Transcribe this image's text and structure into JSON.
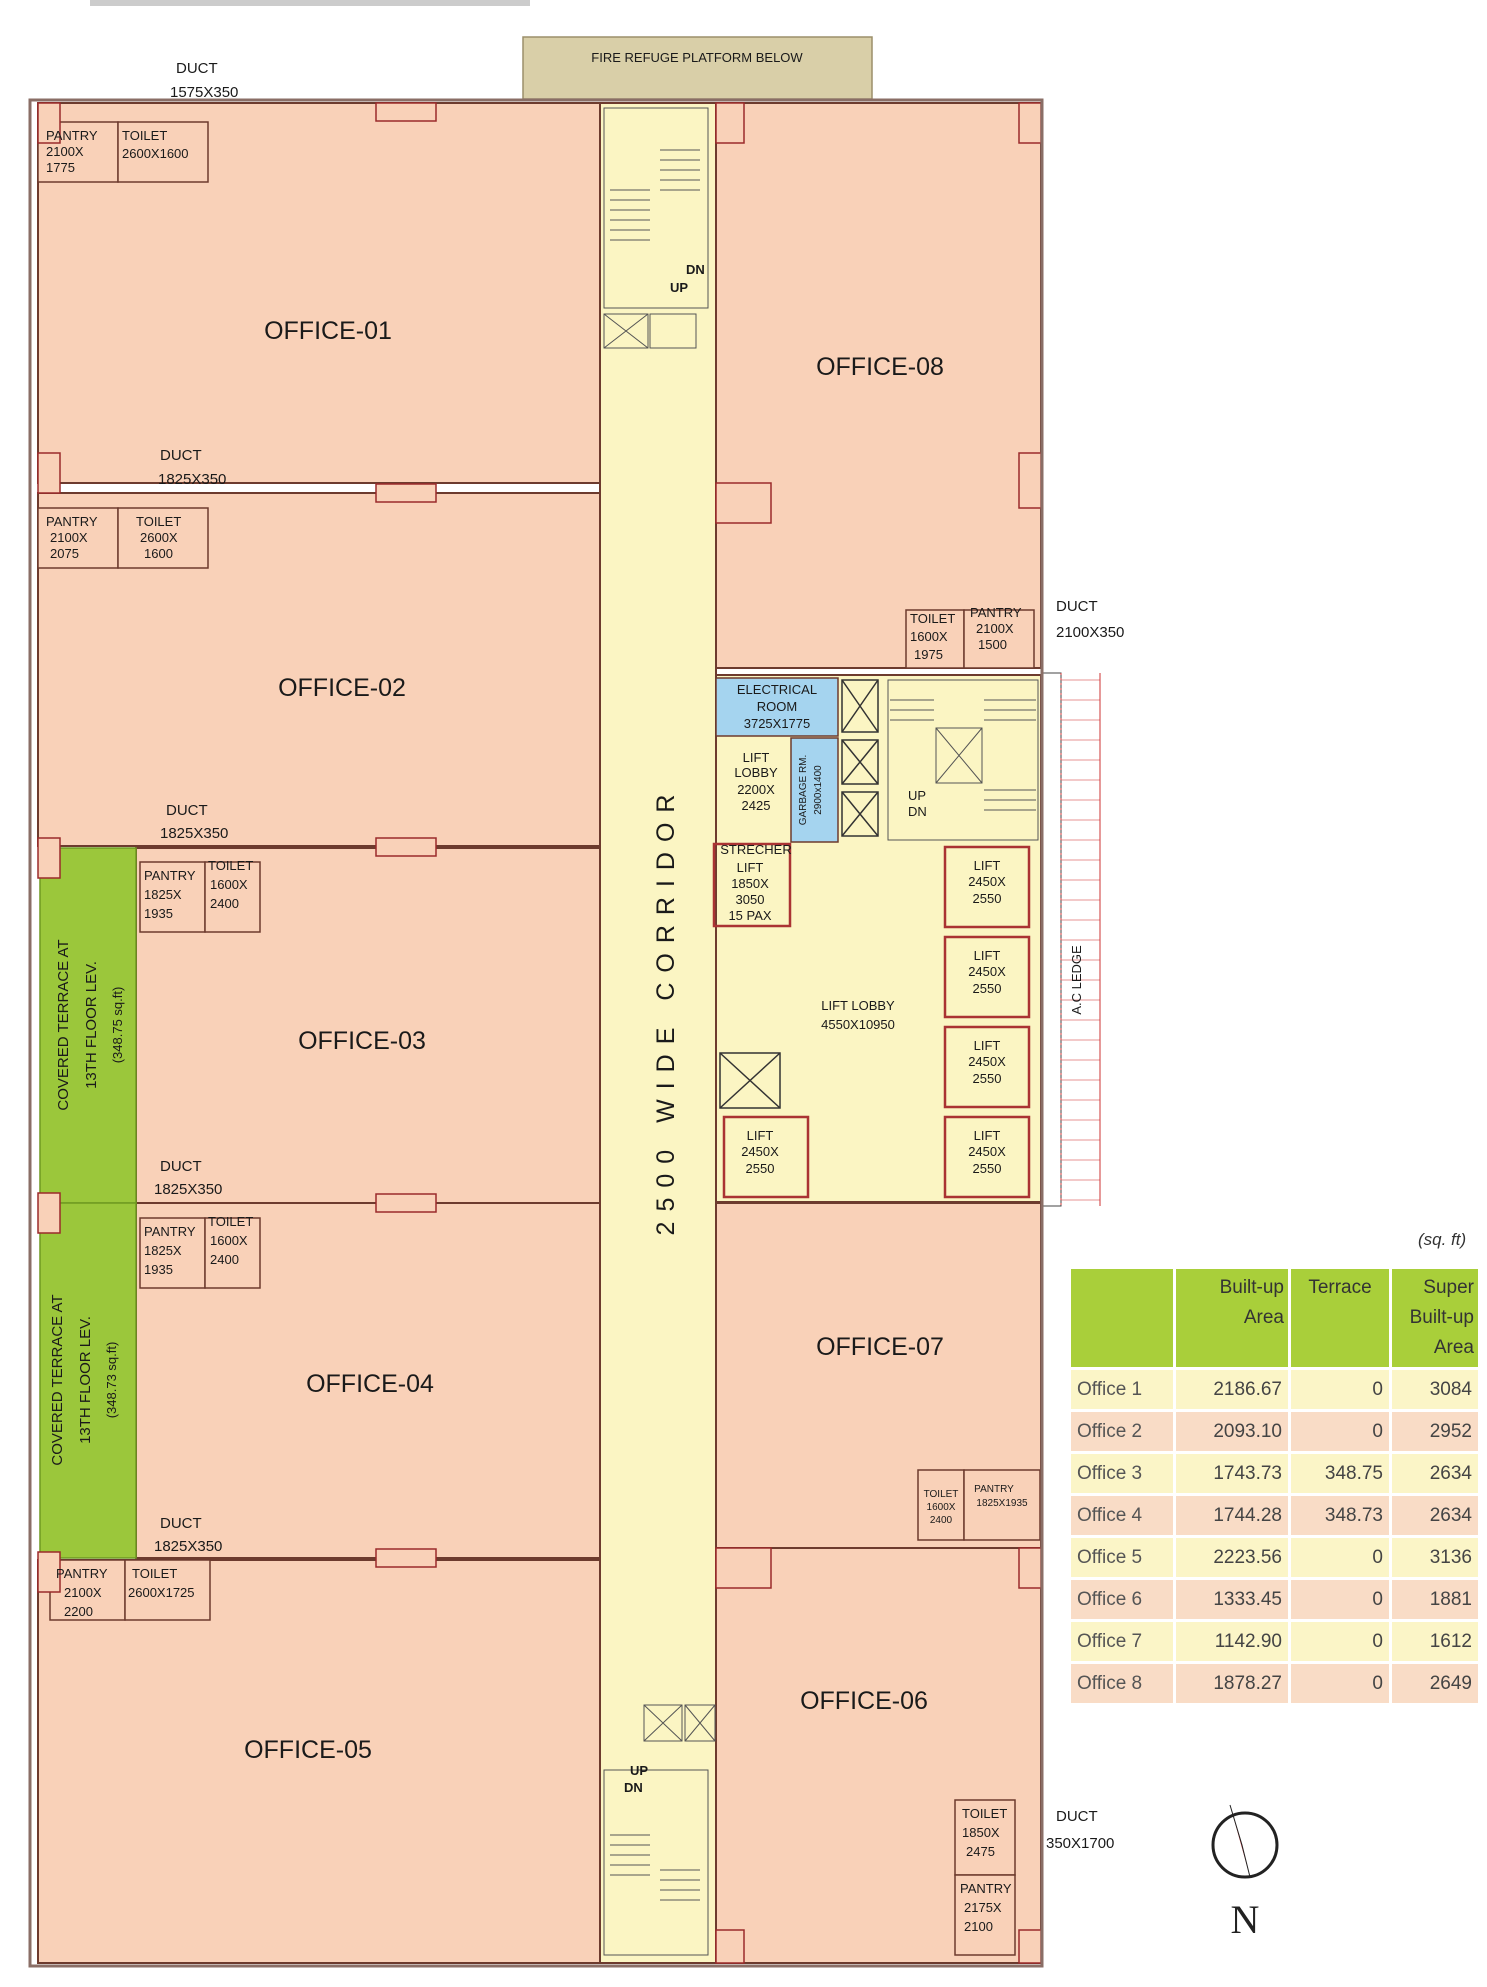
{
  "plan": {
    "platform_label": "FIRE REFUGE PLATFORM BELOW",
    "corridor_label": "2500 WIDE CORRIDOR",
    "rooms": {
      "office_01": "OFFICE-01",
      "office_02": "OFFICE-02",
      "office_03": "OFFICE-03",
      "office_04": "OFFICE-04",
      "office_05": "OFFICE-05",
      "office_06": "OFFICE-06",
      "office_07": "OFFICE-07",
      "office_08": "OFFICE-08"
    },
    "ducts": {
      "d1": [
        "DUCT",
        "1575X350"
      ],
      "d2": [
        "DUCT",
        "1825X350"
      ],
      "d3": [
        "DUCT",
        "1825X350"
      ],
      "d4": [
        "DUCT",
        "1825X350"
      ],
      "d5": [
        "DUCT",
        "1825X350"
      ],
      "d6": [
        "DUCT",
        "2100X350"
      ],
      "d7": [
        "DUCT",
        "350X1700"
      ]
    },
    "pantries": {
      "p1": [
        "PANTRY",
        "2100X",
        "1775"
      ],
      "p2": [
        "PANTRY",
        "2100X",
        "2075"
      ],
      "p3": [
        "PANTRY",
        "1825X",
        "1935"
      ],
      "p4": [
        "PANTRY",
        "1825X",
        "1935"
      ],
      "p5": [
        "PANTRY",
        "2100X",
        "2200"
      ],
      "p6": [
        "PANTRY",
        "2175X",
        "2100"
      ],
      "p7": [
        "PANTRY",
        "1825X1935"
      ],
      "p8": [
        "PANTRY",
        "2100X",
        "1500"
      ]
    },
    "toilets": {
      "t1": [
        "TOILET",
        "2600X1600"
      ],
      "t2": [
        "TOILET",
        "2600X",
        "1600"
      ],
      "t3": [
        "TOILET",
        "1600X",
        "2400"
      ],
      "t4": [
        "TOILET",
        "1600X",
        "2400"
      ],
      "t5": [
        "TOILET",
        "2600X1725"
      ],
      "t6": [
        "TOILET",
        "1850X",
        "2475"
      ],
      "t7": [
        "TOILET",
        "1600X",
        "2400"
      ],
      "t8": [
        "TOILET",
        "1600X",
        "1975"
      ]
    },
    "terraces": {
      "upper": [
        "COVERED TERRACE  AT",
        "13TH FLOOR LEV.",
        "(348.75 sq.ft)"
      ],
      "lower": [
        "COVERED TERRACE  AT",
        "13TH FLOOR LEV.",
        "(348.73 sq.ft)"
      ]
    },
    "core": {
      "electrical": [
        "ELECTRICAL",
        "ROOM",
        "3725X1775"
      ],
      "lift_lobby_small": [
        "LIFT",
        "LOBBY",
        "2200X",
        "2425"
      ],
      "garbage": [
        "GARBAGE RM.",
        "2900x1400"
      ],
      "strecher_title": "STRECHER",
      "strecher_lift": [
        "LIFT",
        "1850X",
        "3050",
        "15 PAX"
      ],
      "lift_lobby": [
        "LIFT LOBBY",
        "4550X10950"
      ],
      "lift_label": [
        "LIFT",
        "2450X",
        "2550"
      ],
      "ac_ledge": "A.C LEDGE",
      "stair_north": [
        "DN",
        "UP"
      ],
      "stair_core": [
        "UP",
        "DN"
      ],
      "stair_south": [
        "UP",
        "DN"
      ]
    },
    "compass_letter": "N"
  },
  "area_table": {
    "unit": "(sq. ft)",
    "headers": [
      "",
      "Built-up Area",
      "Terrace",
      "Super Built-up Area"
    ],
    "rows": [
      [
        "Office 1",
        "2186.67",
        "0",
        "3084"
      ],
      [
        "Office 2",
        "2093.10",
        "0",
        "2952"
      ],
      [
        "Office 3",
        "1743.73",
        "348.75",
        "2634"
      ],
      [
        "Office 4",
        "1744.28",
        "348.73",
        "2634"
      ],
      [
        "Office 5",
        "2223.56",
        "0",
        "3136"
      ],
      [
        "Office 6",
        "1333.45",
        "0",
        "1881"
      ],
      [
        "Office 7",
        "1142.90",
        "0",
        "1612"
      ],
      [
        "Office 8",
        "1878.27",
        "0",
        "2649"
      ]
    ]
  },
  "colors": {
    "office_fill": "#f9d1b8",
    "corridor_fill": "#fbf5c3",
    "terrace_fill": "#9bc73b",
    "electrical_fill": "#a5d4ef",
    "column_fill": "#f9d1b8",
    "wall_stroke": "#7a3a2a",
    "platform_fill": "#d9cfa8",
    "table_header": "#a9cf3a"
  }
}
